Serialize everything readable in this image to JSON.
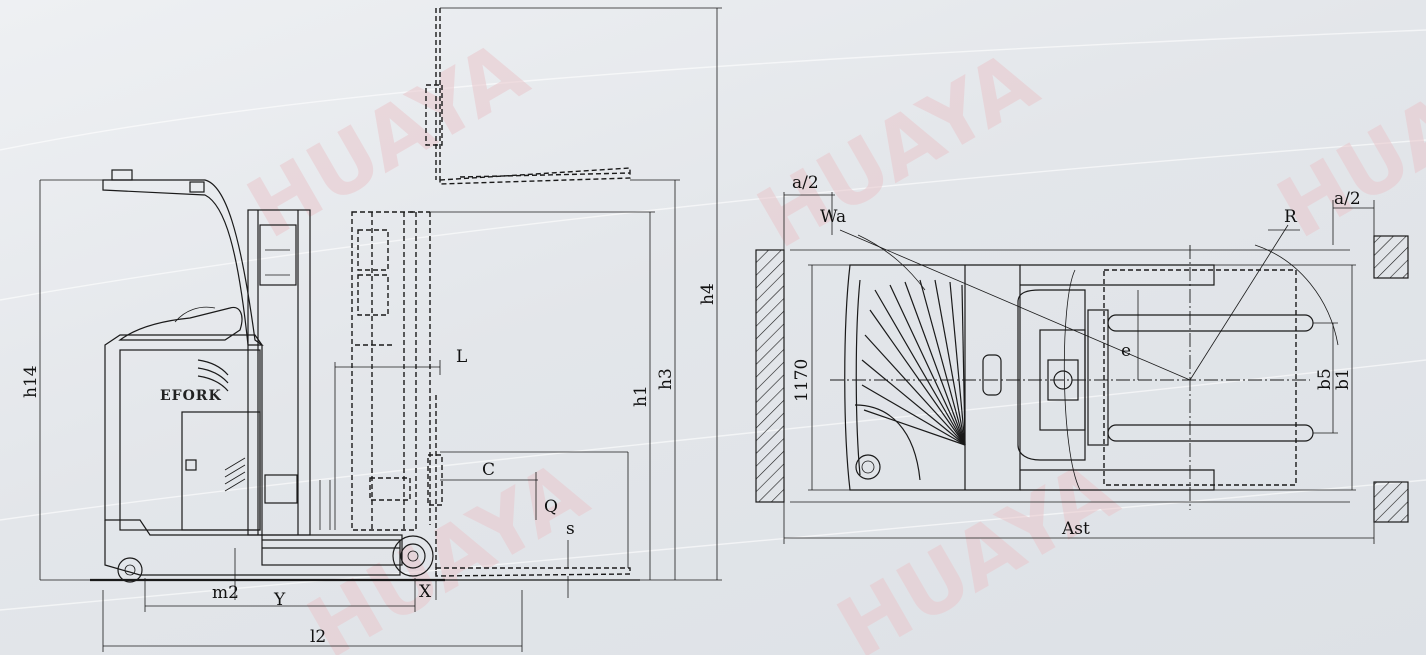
{
  "watermark": {
    "text": "HUAYA",
    "color": "#e9c7cc"
  },
  "brand": "EFORK",
  "side_view": {
    "labels": {
      "h14": "h14",
      "h1": "h1",
      "h3": "h3",
      "h4": "h4",
      "L": "L",
      "C": "C",
      "Q": "Q",
      "s": "s",
      "m2": "m2",
      "Y": "Y",
      "X": "X",
      "l2": "l2"
    }
  },
  "top_view": {
    "labels": {
      "a2_left": "a/2",
      "a2_right": "a/2",
      "Wa": "Wa",
      "R": "R",
      "e": "e",
      "dim_1170": "1170",
      "b5": "b5",
      "b1": "b1",
      "Ast": "Ast"
    }
  }
}
